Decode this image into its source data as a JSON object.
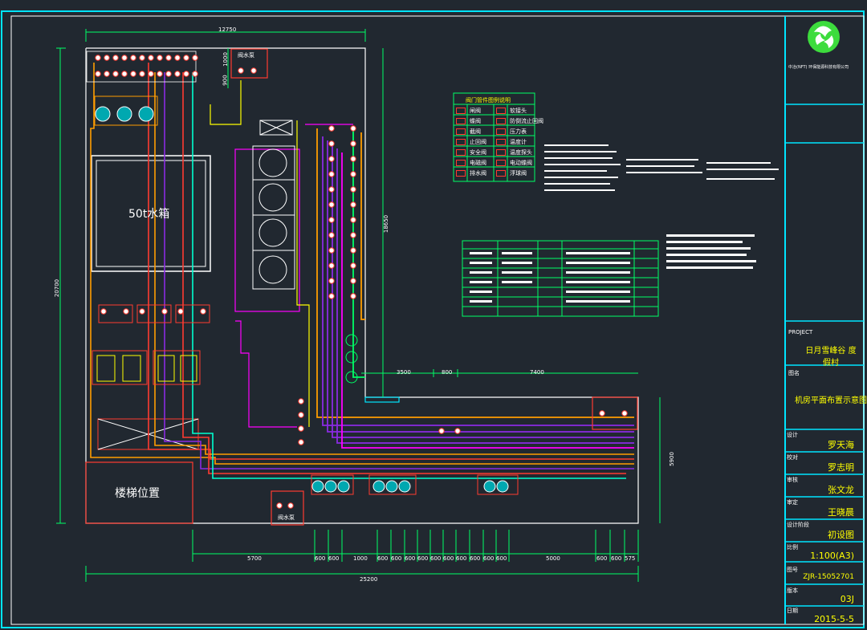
{
  "colors": {
    "background": "#212830",
    "frame": "#00e5ff",
    "wall": "#ffffff",
    "pipe_red": "#ff3b30",
    "pipe_orange": "#ff9d00",
    "pipe_purple": "#8a2be2",
    "pipe_magenta": "#ff00ff",
    "pipe_green": "#00ff66",
    "pipe_yellow": "#ffff00",
    "dimension": "#00ff66",
    "text": "#ffffff"
  },
  "plan": {
    "tank_label": "50t水箱",
    "stair_label": "楼梯位置",
    "box_label_top": "阀水泵",
    "box_label_bottom": "阀水泵"
  },
  "dimensions": {
    "top_total": "12750",
    "left_total": "20700",
    "middle_vertical": "18650",
    "right_vertical": "5900",
    "top_small_a": "1000",
    "top_small_b": "900",
    "mid_row": [
      "3500",
      "800",
      "7400"
    ],
    "bottom_row": [
      "5700",
      "600",
      "600",
      "1000",
      "600",
      "600",
      "600",
      "600",
      "600",
      "600",
      "600",
      "600",
      "600",
      "600",
      "5000",
      "600",
      "600",
      "575"
    ],
    "bottom_total": "25200"
  },
  "legend": {
    "title": "阀门管件图例说明",
    "rows": [
      [
        "闸阀",
        "软接头"
      ],
      [
        "蝶阀",
        "防倒流止回阀"
      ],
      [
        "截阀",
        "压力表"
      ],
      [
        "止回阀",
        "温度计"
      ],
      [
        "安全阀",
        "温度探头"
      ],
      [
        "电磁阀",
        "电动蝶阀"
      ],
      [
        "排水阀",
        "浮球阀"
      ]
    ]
  },
  "title_block": {
    "logo_icon": "recycle-leaf-icon",
    "company_line": "中冶(NFT) 环保能源科技有限公司",
    "project_label": "PROJECT",
    "project_name": "日月雪峰谷 度假村",
    "drawing_label": "图名",
    "drawing_title": "机房平面布置示意图",
    "designer_label": "设计",
    "designer": "罗天海",
    "checker_label": "校对",
    "checker": "罗志明",
    "reviewer_label": "审核",
    "reviewer": "张文龙",
    "approver_label": "审定",
    "approver": "王晓晨",
    "stage_label": "设计阶段",
    "stage": "初设图",
    "scale_label": "比例",
    "scale": "1:100(A3)",
    "number_label": "图号",
    "number": "ZJR-15052701",
    "sheet_label": "版本",
    "sheet": "03J",
    "date_label": "日期",
    "date": "2015-5-5"
  }
}
